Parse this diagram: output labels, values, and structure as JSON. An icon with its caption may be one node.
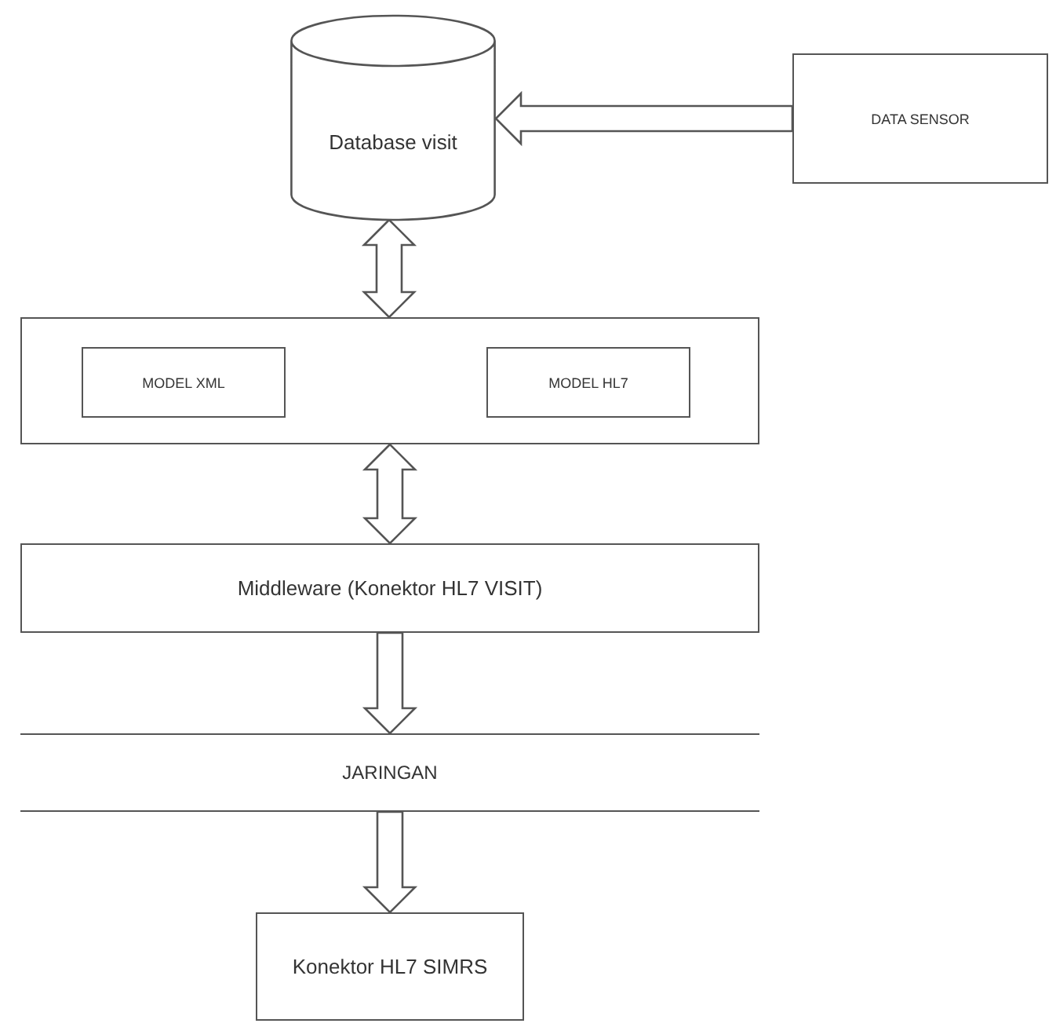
{
  "diagram": {
    "nodes": [
      {
        "text": [
          "Database visit"
        ]
      },
      {
        "text": [
          "DATA SENSOR"
        ]
      },
      {
        "text": [],
        "shape": "box"
      },
      {
        "text": [
          "MODEL XML"
        ],
        "in": 2
      },
      {
        "text": [
          "MODEL HL7"
        ],
        "in": 2
      },
      {
        "text": [
          "Middleware (Konektor HL7 VISIT)"
        ]
      },
      {
        "text": [
          "JARINGAN"
        ]
      },
      {
        "text": [
          "Konektor HL7 SIMRS"
        ]
      }
    ],
    "edges": [
      {
        "from": 1,
        "to": 0,
        "arrow": "to"
      },
      {
        "from": 0,
        "to": 2,
        "arrow": "both"
      },
      {
        "from": 2,
        "to": 5,
        "arrow": "both"
      },
      {
        "from": 5,
        "to": 6,
        "arrow": "to"
      },
      {
        "from": 6,
        "to": 7,
        "arrow": "to"
      }
    ]
  }
}
